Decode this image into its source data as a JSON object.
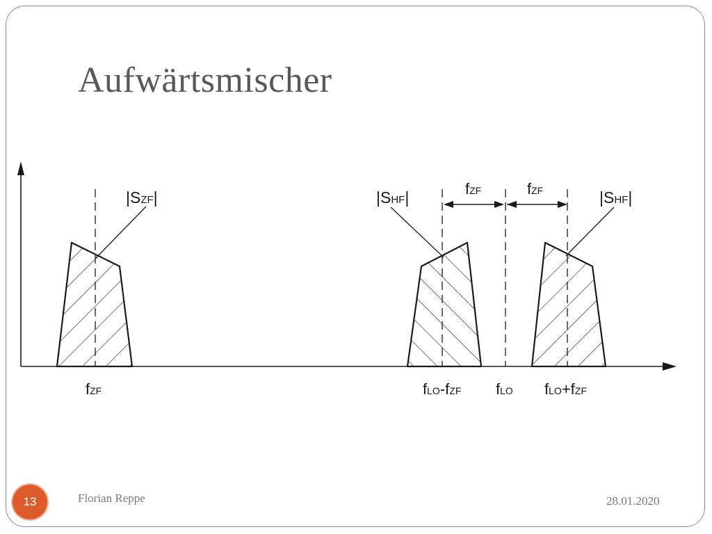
{
  "slide": {
    "title": "Aufwärtsmischer",
    "footer_author": "Florian Reppe",
    "footer_date": "28.01.2020",
    "page_number": "13",
    "badge_color": "#dd5a2b"
  },
  "diagram": {
    "labels": {
      "s_zf": {
        "main": "|S",
        "sub": "ZF",
        "end": "|"
      },
      "s_hf_left": {
        "main": "|S",
        "sub": "HF",
        "end": "|"
      },
      "s_hf_right": {
        "main": "|S",
        "sub": "HF",
        "end": "|"
      },
      "span_left": {
        "main": "f",
        "sub": "ZF"
      },
      "span_right": {
        "main": "f",
        "sub": "ZF"
      },
      "axis_f_zf": {
        "main": "f",
        "sub": "ZF"
      },
      "axis_f_lo_minus": {
        "main": "f",
        "sub1": "LO",
        "op": "-f",
        "sub2": "ZF"
      },
      "axis_f_lo": {
        "main": "f",
        "sub": "LO"
      },
      "axis_f_lo_plus": {
        "main": "f",
        "sub1": "LO",
        "op": "+f",
        "sub2": "ZF"
      }
    }
  }
}
